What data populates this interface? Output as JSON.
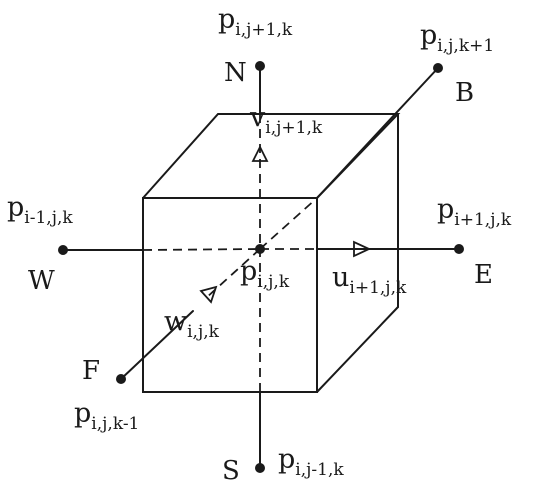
{
  "nodes": {
    "north": {
      "letter": "N",
      "pressure": "p",
      "subscript": "i,j+1,k"
    },
    "south": {
      "letter": "S",
      "pressure": "p",
      "subscript": "i,j-1,k"
    },
    "east": {
      "letter": "E",
      "pressure": "p",
      "subscript": "i+1,j,k"
    },
    "west": {
      "letter": "W",
      "pressure": "p",
      "subscript": "i-1,j,k"
    },
    "front": {
      "letter": "F",
      "pressure": "p",
      "subscript": "i,j,k-1"
    },
    "back": {
      "letter": "B",
      "pressure": "p",
      "subscript": "i,j,k+1"
    },
    "center": {
      "pressure": "p",
      "subscript": "i,j,k"
    }
  },
  "velocities": {
    "v": {
      "symbol": "v",
      "subscript": "i,j+1,k"
    },
    "u": {
      "symbol": "u",
      "subscript": "i+1,j,k"
    },
    "w": {
      "symbol": "w",
      "subscript": "i,j,k"
    }
  }
}
